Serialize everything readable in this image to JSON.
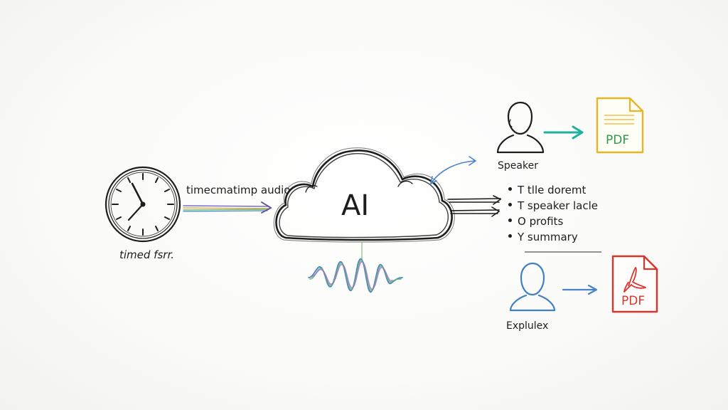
{
  "center": {
    "label": "AI"
  },
  "input": {
    "audio_label": "timecmatimp audio",
    "clock_label": "timed fsrr."
  },
  "outputs": {
    "speaker": {
      "label": "Speaker",
      "document": "PDF"
    },
    "explainer": {
      "label": "Explulex",
      "document": "PDF"
    },
    "bullets": [
      "T tlle doremt",
      "T speaker lacle",
      "O profits",
      "Y summary"
    ]
  },
  "colors": {
    "ink": "#1d1d1d",
    "teal_arrow": "#1fb1a0",
    "blue_arrow": "#4a84c8",
    "pdf_yellow": "#e9b525",
    "pdf_green": "#2c9a4a",
    "pdf_red": "#d9352c",
    "speaker_blue": "#3f7fc4"
  },
  "icons": {
    "clock": "clock-icon",
    "cloud": "cloud-icon",
    "waveform": "waveform-icon",
    "speaker_person": "person-icon",
    "explainer_person": "person-icon",
    "pdf_yellow": "pdf-file-icon",
    "pdf_red": "pdf-acrobat-icon"
  }
}
